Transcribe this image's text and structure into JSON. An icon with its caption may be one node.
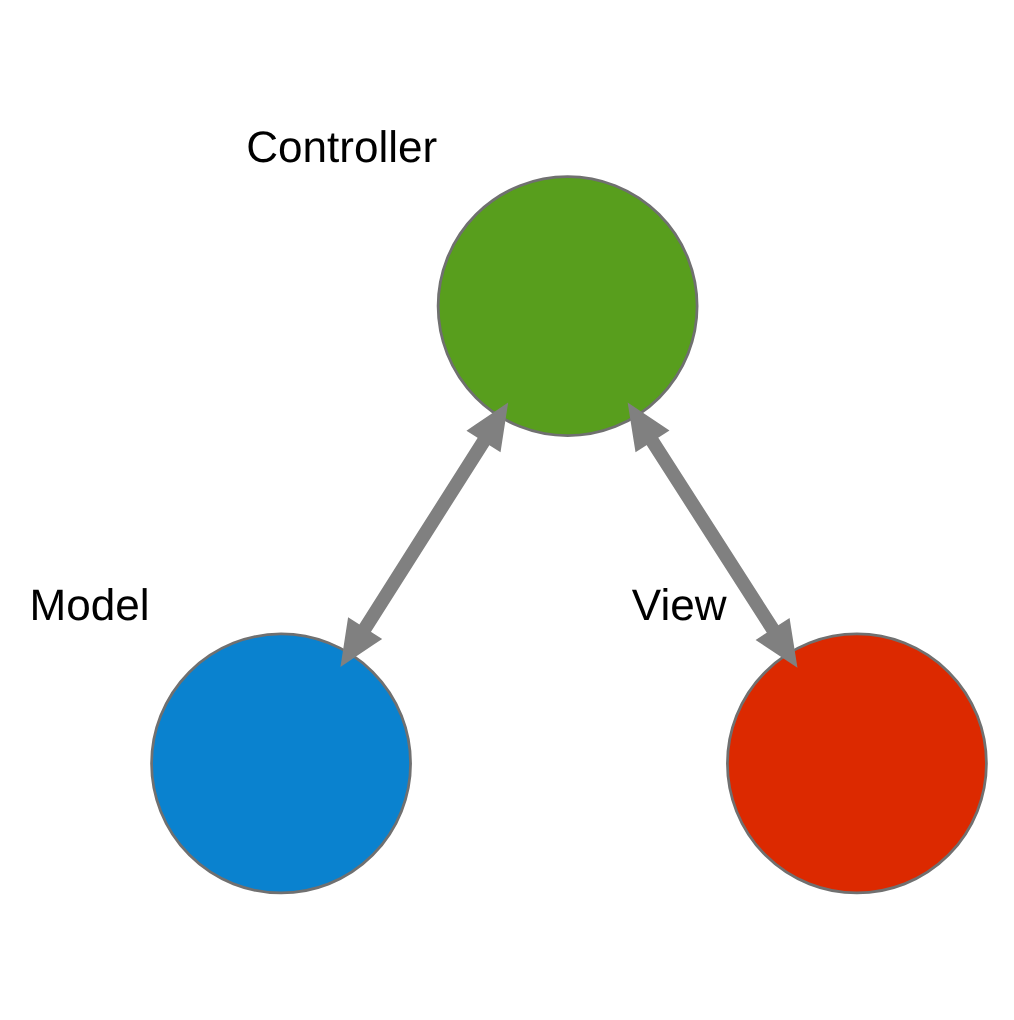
{
  "diagram": {
    "nodes": [
      {
        "text": [
          "Controller"
        ]
      },
      {
        "text": [
          "Model"
        ]
      },
      {
        "text": [
          "View"
        ]
      }
    ],
    "edges": [
      {
        "from": 0,
        "to": 1,
        "arrow": "both"
      },
      {
        "from": 0,
        "to": 2,
        "arrow": "both"
      }
    ]
  }
}
